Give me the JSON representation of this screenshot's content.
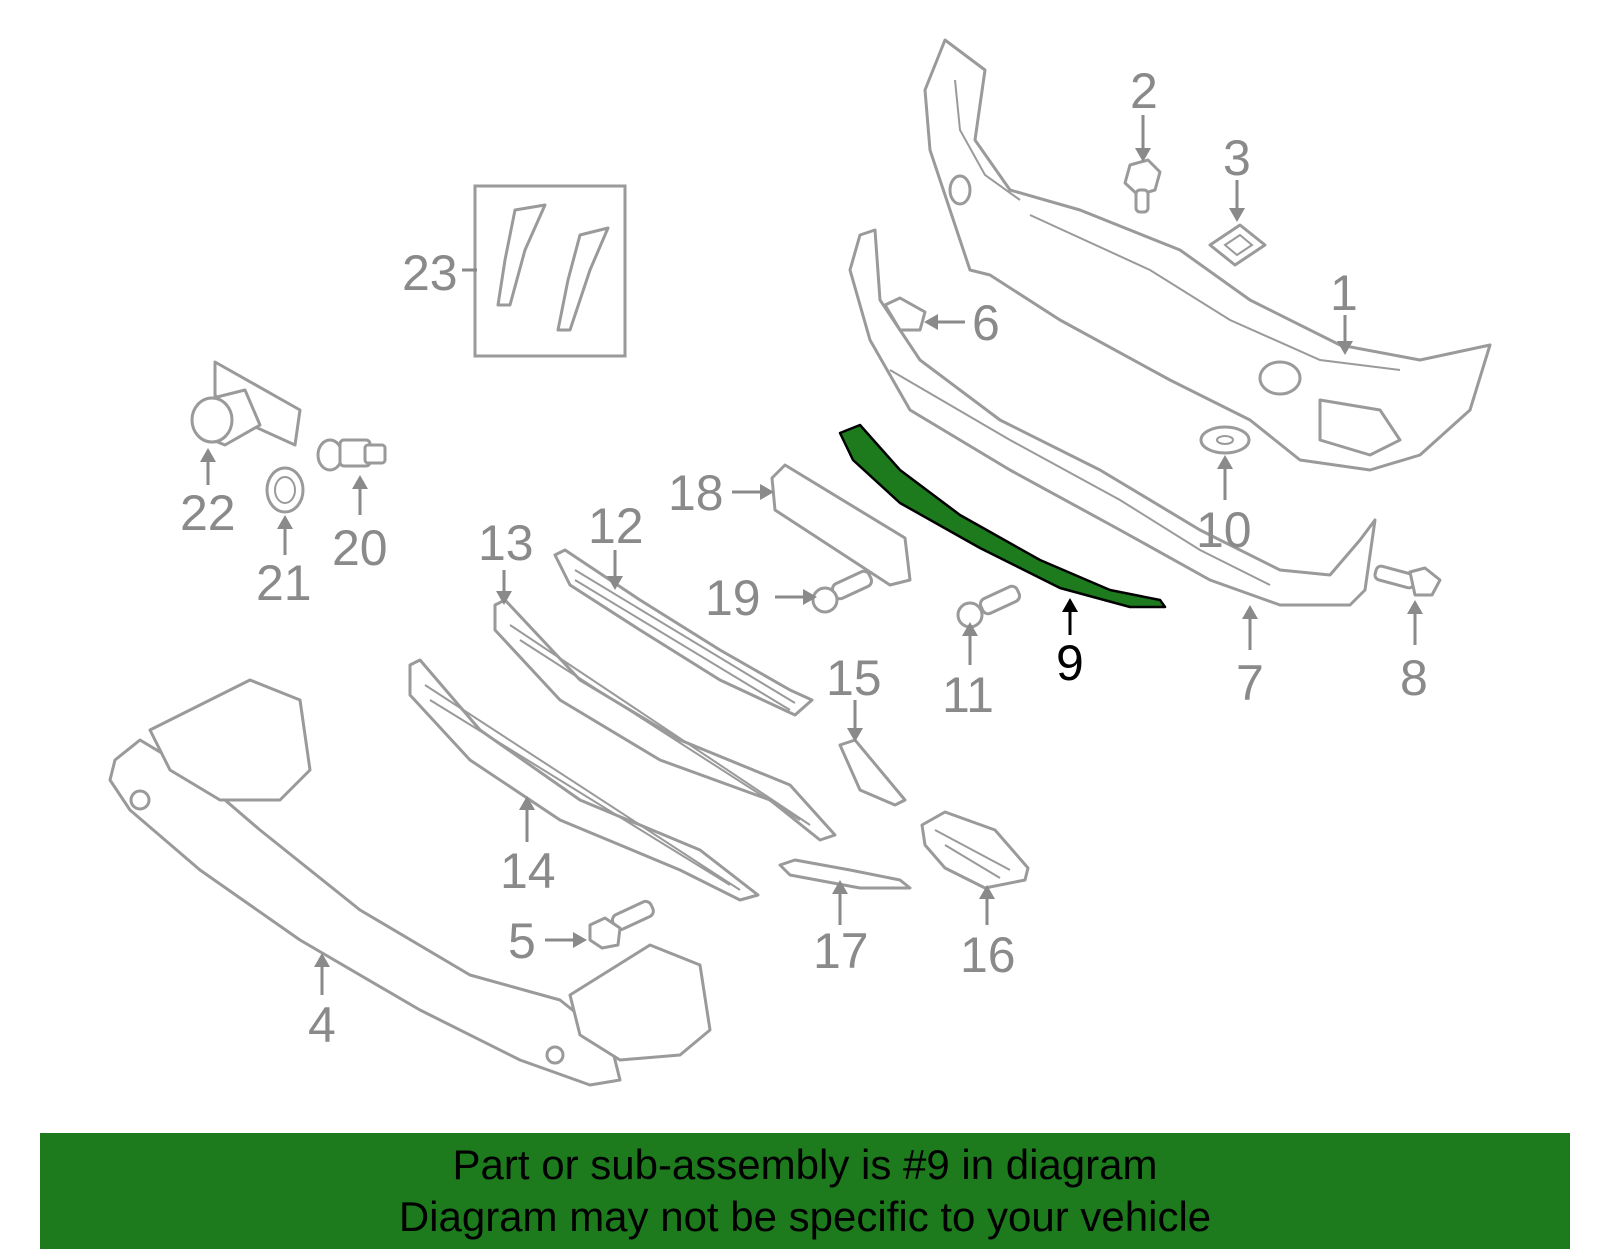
{
  "callouts": {
    "c1": "1",
    "c2": "2",
    "c3": "3",
    "c4": "4",
    "c5": "5",
    "c6": "6",
    "c7": "7",
    "c8": "8",
    "c9": "9",
    "c10": "10",
    "c11": "11",
    "c12": "12",
    "c13": "13",
    "c14": "14",
    "c15": "15",
    "c16": "16",
    "c17": "17",
    "c18": "18",
    "c19": "19",
    "c20": "20",
    "c21": "21",
    "c22": "22",
    "c23": "23"
  },
  "highlight": {
    "part_number": "9",
    "color": "#1d7a1d"
  },
  "banner": {
    "line1": "Part or sub-assembly is #9 in diagram",
    "line2": "Diagram may not be specific to your vehicle",
    "background": "#1d7a1d"
  }
}
